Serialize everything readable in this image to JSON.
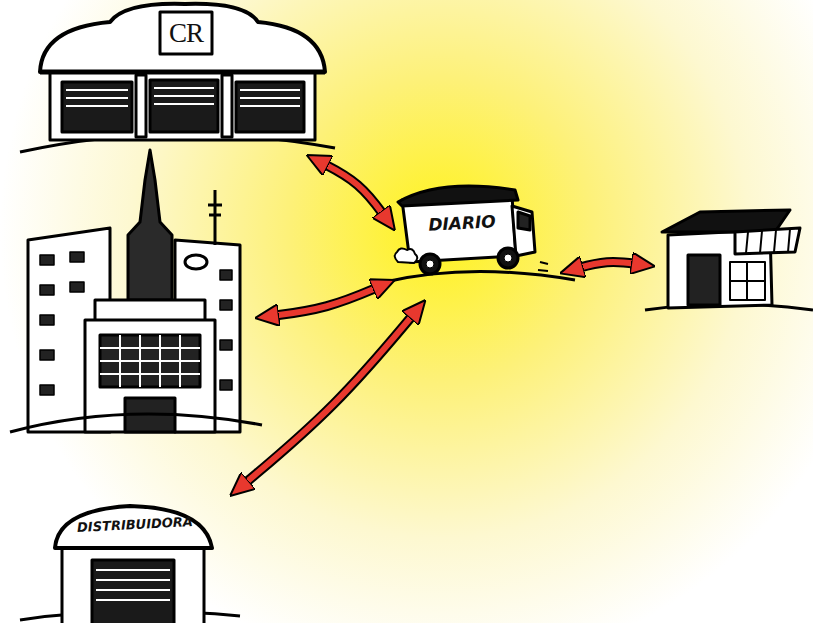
{
  "diagram": {
    "nodes": [
      {
        "text": [
          "CR"
        ]
      },
      {
        "text": []
      },
      {
        "text": [
          "DIARIO"
        ]
      },
      {
        "text": []
      },
      {
        "text": [
          "DISTRIBUIDORA"
        ]
      }
    ],
    "edges": [
      {
        "from": 0,
        "to": 2,
        "arrow": "both"
      },
      {
        "from": 1,
        "to": 2,
        "arrow": "both"
      },
      {
        "from": 2,
        "to": 3,
        "arrow": "both"
      },
      {
        "from": 4,
        "to": 2,
        "arrow": "both"
      }
    ]
  }
}
